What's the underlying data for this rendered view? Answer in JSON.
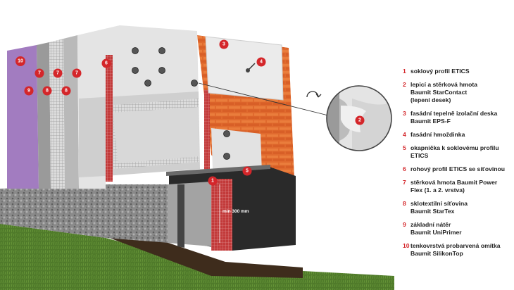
{
  "badges": [
    "1",
    "2",
    "3",
    "4",
    "5",
    "6",
    "7",
    "8",
    "9",
    "10"
  ],
  "dimension_label": "min 300 mm",
  "legend": [
    {
      "num": "1",
      "text": "soklový profil ETICS"
    },
    {
      "num": "2",
      "text": "lepicí a stěrková hmota\nBaumit StarContact\n(lepení desek)"
    },
    {
      "num": "3",
      "text": "fasádní tepelně izolační deska\nBaumit EPS-F"
    },
    {
      "num": "4",
      "text": "fasádní hmoždinka"
    },
    {
      "num": "5",
      "text": "okapnička k soklovému profilu\nETICS"
    },
    {
      "num": "6",
      "text": "rohový profil ETICS se síťovinou"
    },
    {
      "num": "7",
      "text": "stěrková hmota Baumit Power\nFlex (1. a 2. vrstva)"
    },
    {
      "num": "8",
      "text": "sklotextilní síťovina\nBaumit StarTex"
    },
    {
      "num": "9",
      "text": "základní nátěr\nBaumit UniPrimer"
    },
    {
      "num": "10",
      "text": "tenkovrstvá probarvená omítka\nBaumit SilikonTop"
    }
  ],
  "colors": {
    "accent_red": "#d4262a",
    "brick": "#e06a2e",
    "eps": "#e4e4e4",
    "render_violet": "#a27cc0",
    "plinth": "#2a2a2a",
    "grass": "#4f7a2a"
  }
}
